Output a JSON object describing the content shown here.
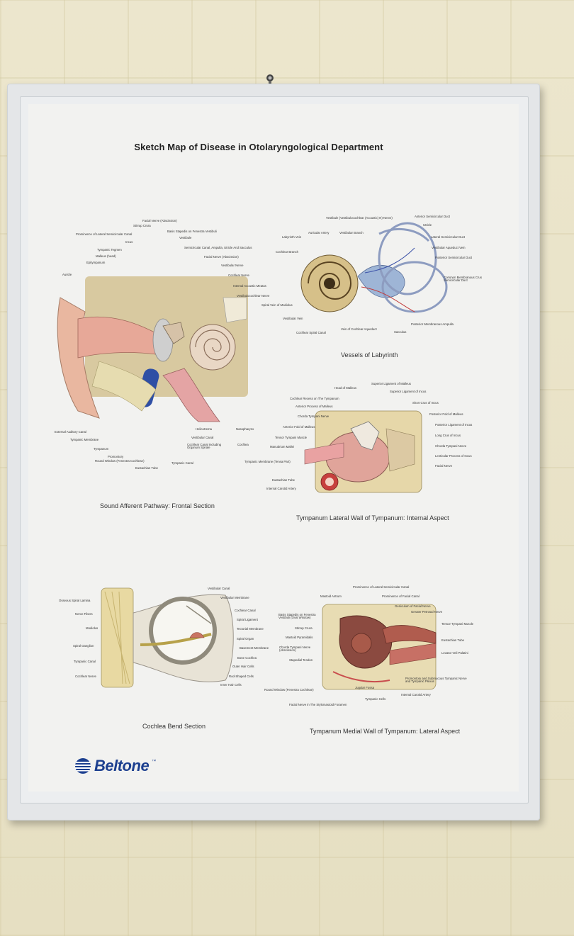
{
  "poster": {
    "title": "Sketch Map of Disease in Otolaryngological Department",
    "brand": "Beltone",
    "brand_mark": "™"
  },
  "panels": {
    "frontal": {
      "caption": "Sound Afferent Pathway: Frontal Section",
      "labels": [
        "Facial Nerve (Abscission)",
        "Stirrup Crura",
        "Basis Stapedis on Fenestra Vestibuli",
        "Prominence of Lateral Semicircular Canal",
        "Vestibule",
        "Incus",
        "Semicircular Canal, Ampulla, Utricle And Sacculus",
        "Tympanic Tegmen",
        "Facial Nerve (Abscission)",
        "Malleus (head)",
        "Vestibular Nerve",
        "Epitympanum",
        "Cochlear Nerve",
        "Auricle",
        "Internal Acoustic Meatus",
        "Vestibulocochlear Nerve",
        "External Auditory Canal",
        "Tympanic Membrane",
        "Helicotrema",
        "Nasopharynx",
        "Vestibular Canal",
        "Tympanum",
        "Cochlear Canal Including Organum Spirale",
        "Cochlea",
        "Promontory",
        "Round Window (Fenestra Cochleae)",
        "Tympanic Canal",
        "Eustachian Tube"
      ]
    },
    "labyrinth": {
      "caption": "Vessels of Labyrinth",
      "labels": [
        "Vestibule (Vestibulocochlear (Acoustic) N) Nerve)",
        "Anterior Semicircular Duct",
        "Utricle",
        "Auricular Artery",
        "Vestibular Branch",
        "Labyrinth Vein",
        "Lateral Semicircular Duct",
        "Cochlear Branch",
        "Vestibular Aqueduct Vein",
        "Posterior Semicircular Duct",
        "Common Membranous Crus Semicircular Duct",
        "Spiral Vein of Modiolus",
        "Vestibular Vein",
        "Vein of Cochlear Aqueduct",
        "Cochlear Spiral Canal",
        "Sacculus",
        "Posterior Membranous Ampulla"
      ]
    },
    "tympanum_lateral": {
      "caption": "Tympanum Lateral Wall of Tympanum: Internal Aspect",
      "labels": [
        "Superior Ligament of Malleus",
        "Head of Malleus",
        "Superior Ligament of Incus",
        "Cochlear Recess on The Tympanum",
        "Short Crus of Incus",
        "Anterior Process of Malleus",
        "Posterior Fold of Malleus",
        "Chorda Tympani Nerve",
        "Posterior Ligament of Incus",
        "Anterior Fold of Malleus",
        "Long Crus of Incus",
        "Tensor Tympani Muscle",
        "Chorda Tympani Nerve",
        "Manubrium Mallei",
        "Lenticular Process of Incus",
        "Tympanic Membrane (Tensa Part)",
        "Facial Nerve",
        "Eustachian Tube",
        "Internal Carotid Artery"
      ]
    },
    "cochlea": {
      "caption": "Cochlea Bend Section",
      "labels": [
        "Vestibular Canal",
        "Osseous Spiral Lamina",
        "Vestibular Membrane",
        "Nerve Fibers",
        "Cochlear Canal",
        "Modiolus",
        "Spiral Ligament",
        "Tectorial Membrane",
        "Spiral Organ",
        "Spiral Ganglion",
        "Basement Membrane",
        "Tympanic Canal",
        "Bone Cochlea",
        "Cochlear Nerve",
        "Outer Hair Cells",
        "Rod-Shaped Cells",
        "Inner Hair Cells"
      ]
    },
    "tympanum_medial": {
      "caption": "Tympanum Medial Wall of Tympanum: Lateral Aspect",
      "labels": [
        "Prominence of Lateral Semicircular Canal",
        "Mastoid Antrum",
        "Prominence of Facial Canal",
        "Geniculum of Facial Nerve",
        "Greater Petrosal Nerve",
        "Basis Stapedis on Fenestra Vestibuli (Oval Window)",
        "Tensor Tympani Muscle",
        "Stirrup Crura",
        "Mastoid Pyramidalis",
        "Eustachian Tube",
        "Chorda Tympani Nerve (Abscission)",
        "Levator Veli Palatini",
        "Stapedial Tendon",
        "Promontory and Submucous Tympanic Nerve and Tympanic Plexus",
        "Jugular Fossa",
        "Round Window (Fenestra Cochleae)",
        "Internal Carotid Artery",
        "Tympanic Cells",
        "Facial Nerve in The Stylomastoid Foramen"
      ]
    }
  },
  "colors": {
    "title": "#222222",
    "brand": "#1c3f8f",
    "poster_bg": "#f2f2f0",
    "wall": "#e9e3c8"
  }
}
